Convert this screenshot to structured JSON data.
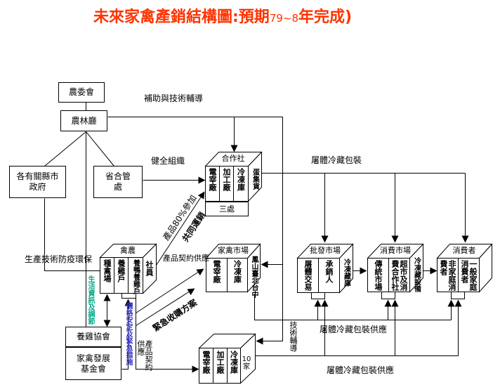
{
  "title": {
    "main": "未來家禽產銷結構圖:預期",
    "years": "79~8",
    "suffix": "年完成)"
  },
  "colors": {
    "title": "#ff3300",
    "info_text": "#00a887",
    "price_text": "#3333cc"
  },
  "agencies": {
    "council_of_agriculture": "農委會",
    "agriculture_forestry_dept": "農林廳",
    "county_governments": [
      "各有關縣市",
      "政府"
    ],
    "cooperative_admin": [
      "省合管",
      "處"
    ],
    "poultry_association": "養雞協會",
    "development_fund": [
      "家禽發展",
      "基金會"
    ]
  },
  "flows": {
    "subsidy_guidance": "補助與技術輔導",
    "sound_organization": "健全組織",
    "carcass_cold_packaging": "屠體冷藏包裝",
    "production_tech": "生產技術防疫環保",
    "info_adjustment": "生活資訊及調節",
    "price_stabilization": "價格安定及緊急措施",
    "product_80_join": "產品80%參加",
    "joint_marketing": "共同運銷",
    "contract_supply": "產品契約供應",
    "emergency_purchase": "緊急收購方案",
    "supply": "供應",
    "product_contract": "產品契約",
    "technical_guidance": "技術輔導",
    "carcass_supply_upper": "屠體冷藏包裝供應",
    "carcass_supply_lower": "屠體冷藏包裝供應"
  },
  "units": {
    "cooperative": {
      "top": "合作社",
      "cols": [
        "電宰廠",
        "加工廠",
        "冷凍庫"
      ],
      "side": "蛋集貨",
      "bottom": "三處"
    },
    "farmers": {
      "top": "禽農",
      "cols": [
        "種禽場",
        "養雞戶",
        "養鴨養雞戶"
      ],
      "side": "社員"
    },
    "poultry_market": {
      "top": "家禽市場",
      "cols": [
        "電宰廠",
        "冷凍庫"
      ],
      "side": "鳳山臺北台中"
    },
    "wholesale_market": {
      "top": "批發市場",
      "cols": [
        "屠體交易",
        "承銷人"
      ],
      "side": "冷凍藏庫"
    },
    "consumer_market": {
      "top": "消費市場",
      "cols": [
        "傳統市場",
        "超市及消費合作社"
      ],
      "side": "冷凍藏設備"
    },
    "consumers": {
      "top": "消費者",
      "cols": [
        "非家庭消費者",
        "一般家庭消費者"
      ]
    },
    "processing_plants": {
      "cols": [
        "電宰廠",
        "加工廠",
        "冷凍庫"
      ],
      "side": "10家"
    }
  }
}
